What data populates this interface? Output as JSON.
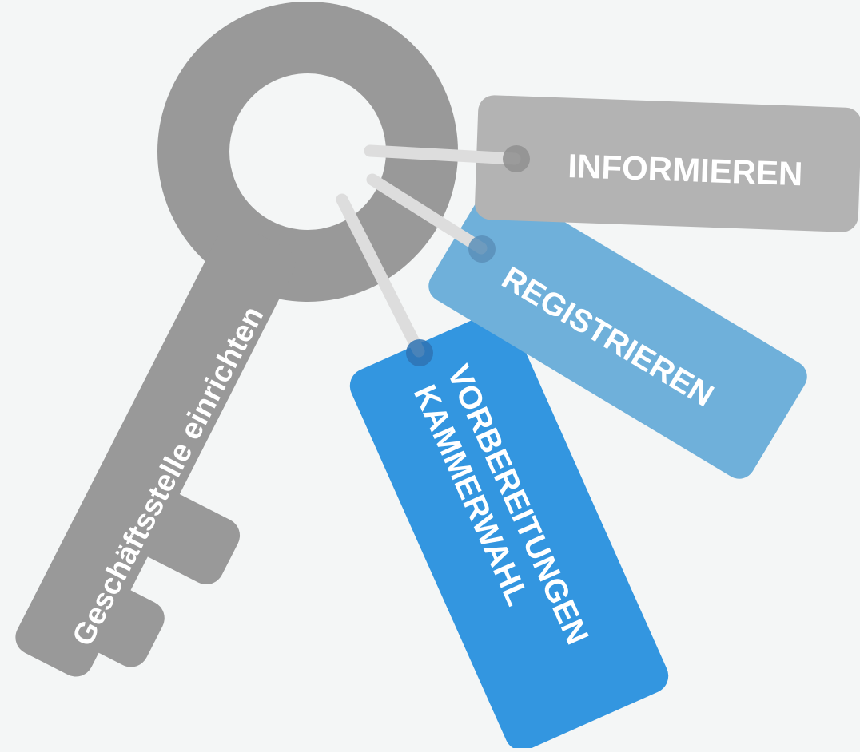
{
  "diagram": {
    "key": {
      "label": "Geschäftsstelle einrichten",
      "color": "#999999"
    },
    "tags": [
      {
        "id": "informieren",
        "label": "INFORMIEREN",
        "color": "#b3b3b3"
      },
      {
        "id": "registrieren",
        "label": "REGISTRIEREN",
        "color": "#6fb0da"
      },
      {
        "id": "kammerwahl",
        "lines": [
          "VORBEREITUNGEN",
          "KAMMERWAHL"
        ],
        "color": "#3396e0"
      }
    ],
    "colors": {
      "background": "#f4f6f6",
      "text": "#ffffff",
      "string": "#dddddd"
    }
  }
}
